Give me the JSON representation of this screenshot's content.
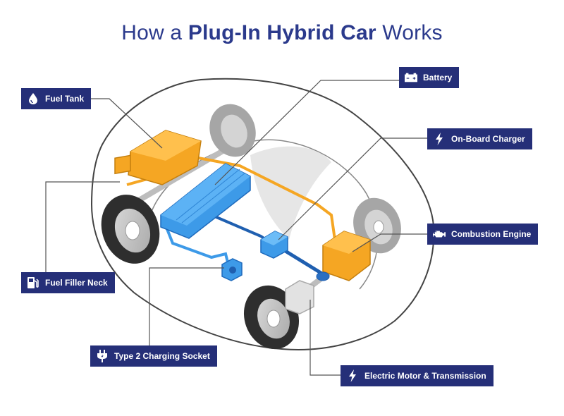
{
  "title": {
    "prefix": "How a ",
    "bold": "Plug-In Hybrid Car",
    "suffix": " Works"
  },
  "labels": {
    "fuel_tank": {
      "text": "Fuel Tank",
      "icon": "fuel-drop-icon"
    },
    "battery": {
      "text": "Battery",
      "icon": "battery-icon"
    },
    "charger": {
      "text": "On-Board Charger",
      "icon": "lightning-icon"
    },
    "engine": {
      "text": "Combustion Engine",
      "icon": "engine-icon"
    },
    "filler": {
      "text": "Fuel Filler Neck",
      "icon": "fuel-pump-icon"
    },
    "socket": {
      "text": "Type 2 Charging Socket",
      "icon": "plug-icon"
    },
    "motor": {
      "text": "Electric Motor & Transmission",
      "icon": "lightning-icon"
    }
  },
  "colors": {
    "title": "#2b3a8c",
    "label_bg": "#252f78",
    "fuel_orange": "#f5a623",
    "electric_blue": "#3d9ae8",
    "dark_blue_line": "#1f5fb0",
    "leader_line": "#555555"
  }
}
